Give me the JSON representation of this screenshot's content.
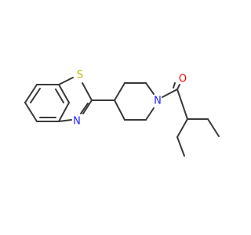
{
  "molecule": {
    "atoms": {
      "sulfur": "S",
      "thiazole_nitrogen": "N",
      "piperidine_nitrogen": "N",
      "carbonyl_oxygen": "O"
    }
  },
  "colors": {
    "bond": "#3a3a3a",
    "sulfur": "#b8b800",
    "nitrogen": "#1f1fff",
    "oxygen": "#ff0000",
    "background": "#ffffff"
  }
}
